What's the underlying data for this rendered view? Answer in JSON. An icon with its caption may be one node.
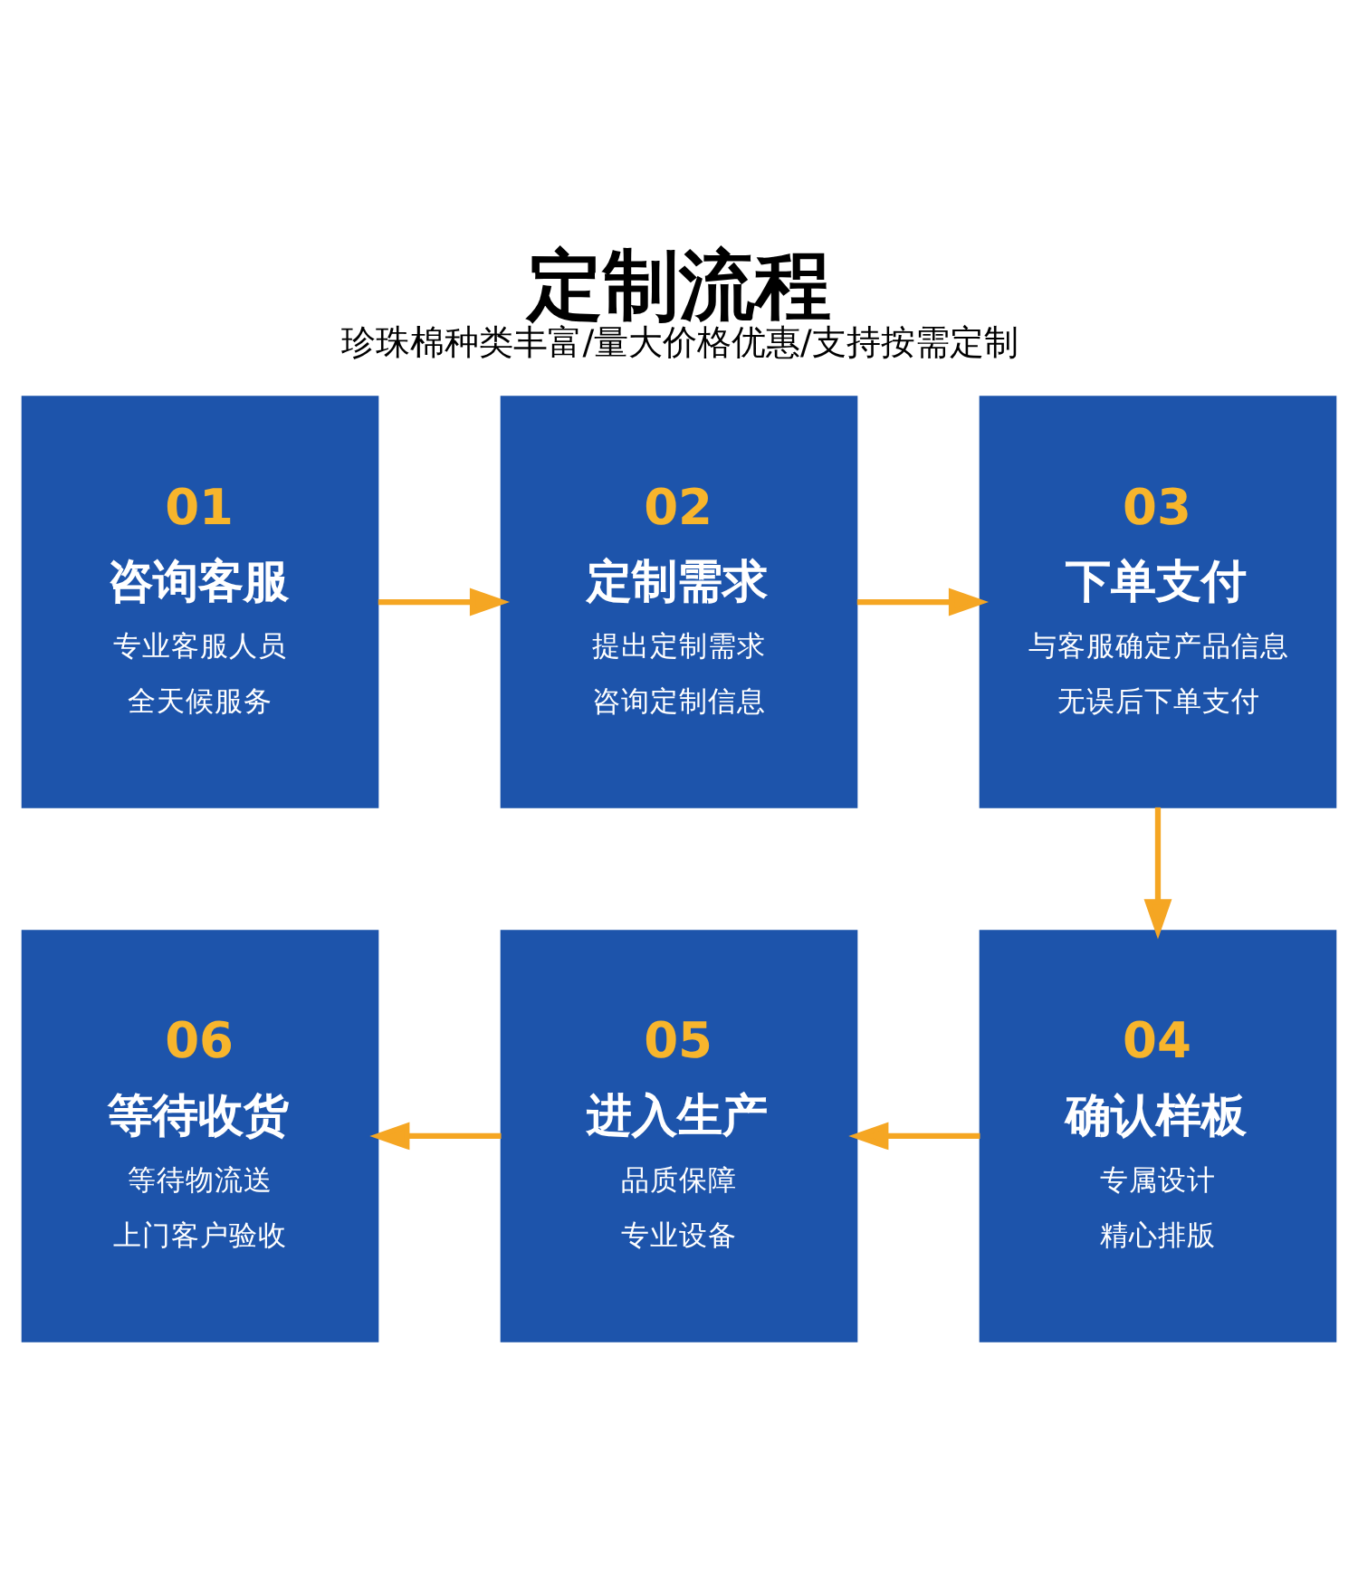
{
  "diagram": {
    "title": "定制流程",
    "caption": "珍珠棉种类丰富/量大价格优惠/支持按需定制",
    "nodes": [
      {
        "text": [
          "01",
          "咨询客服",
          "专业客服人员",
          "全天候服务"
        ]
      },
      {
        "text": [
          "02",
          "定制需求",
          "提出定制需求",
          "咨询定制信息"
        ]
      },
      {
        "text": [
          "03",
          "下单支付",
          "与客服确定产品信息",
          "无误后下单支付"
        ]
      },
      {
        "text": [
          "04",
          "确认样板",
          "专属设计",
          "精心排版"
        ]
      },
      {
        "text": [
          "05",
          "进入生产",
          "品质保障",
          "专业设备"
        ]
      },
      {
        "text": [
          "06",
          "等待收货",
          "等待物流送",
          "上门客户验收"
        ]
      }
    ],
    "edges": [
      {
        "from": 0,
        "to": 1,
        "arrow": "to"
      },
      {
        "from": 1,
        "to": 2,
        "arrow": "to"
      },
      {
        "from": 2,
        "to": 3,
        "arrow": "to"
      },
      {
        "from": 3,
        "to": 4,
        "arrow": "to"
      },
      {
        "from": 4,
        "to": 5,
        "arrow": "to"
      }
    ]
  }
}
